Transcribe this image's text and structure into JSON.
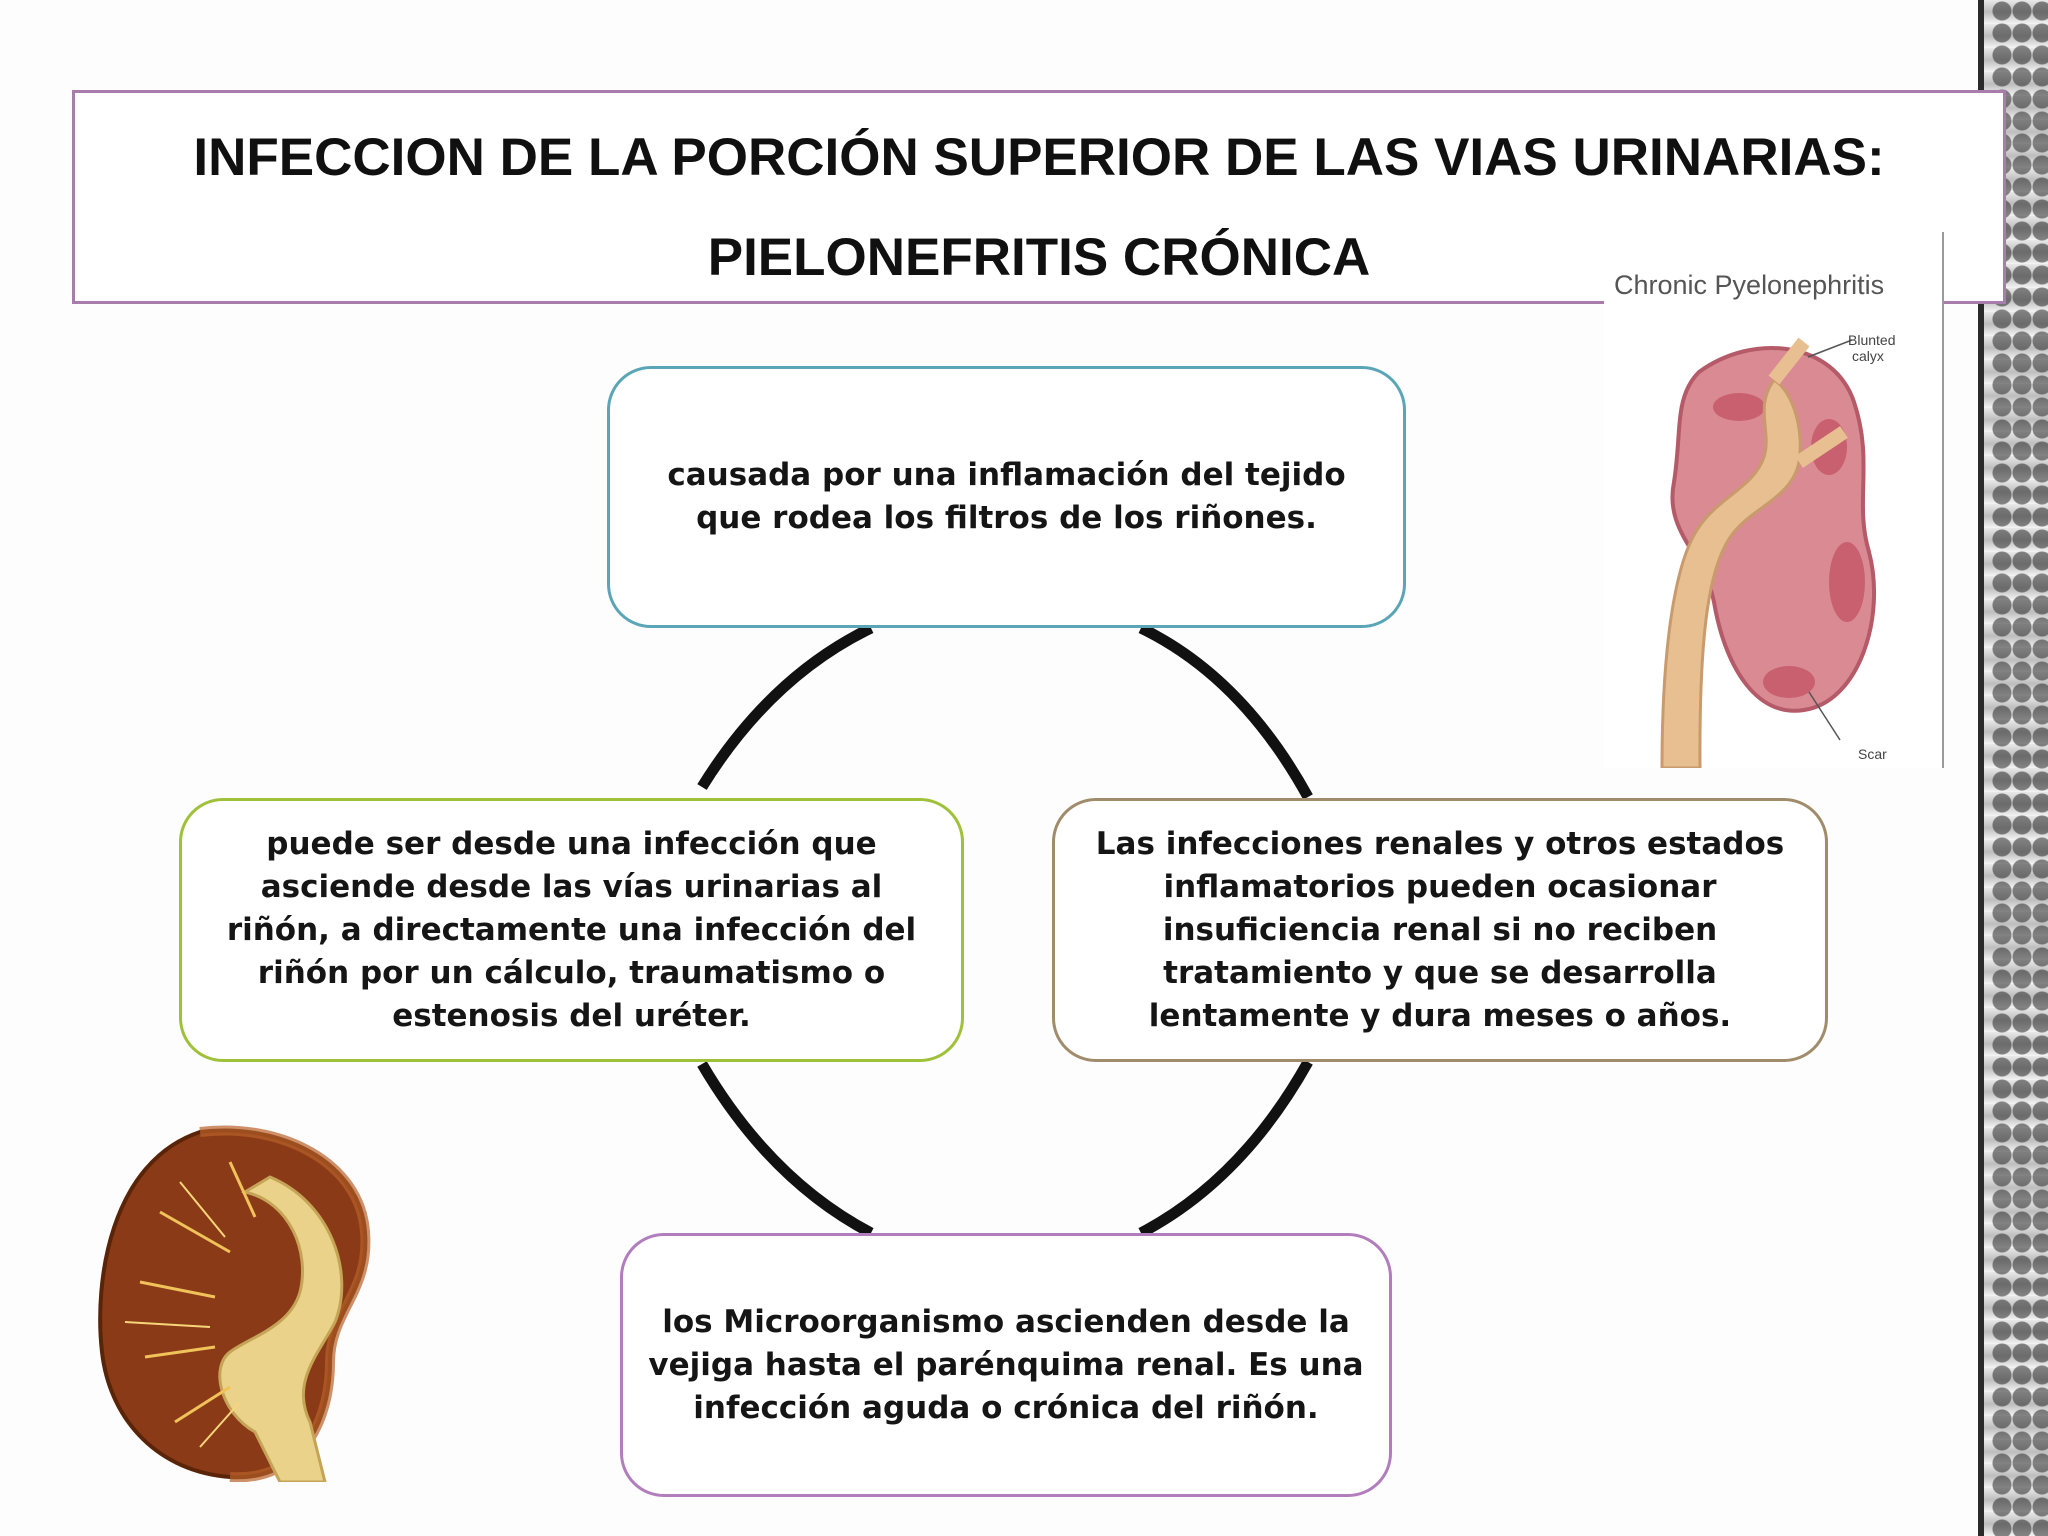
{
  "title": {
    "line1": "INFECCION DE LA PORCIÓN SUPERIOR DE LAS VIAS URINARIAS:",
    "line2": "PIELONEFRITIS CRÓNICA"
  },
  "cycle": {
    "top": "causada por una inflamación del tejido que rodea los filtros de los riñones.",
    "right": "Las infecciones renales y otros estados inflamatorios pueden ocasionar insuficiencia renal si no reciben tratamiento y que se desarrolla lentamente y dura meses o años.",
    "bottom": "los Microorganismo ascienden desde la vejiga hasta el parénquima renal. Es una infección aguda o crónica del riñón.",
    "left": "puede ser desde una infección que asciende desde las vías urinarias al riñón, a directamente una infección del riñón por un cálculo, traumatismo o estenosis del uréter."
  },
  "kidney_diagram": {
    "title": "Chronic Pyelonephritis",
    "label_calyx_1": "Blunted",
    "label_calyx_2": "calyx",
    "label_scar": "Scar"
  },
  "colors": {
    "top_border": "#5aa5b6",
    "left_border": "#9fc13a",
    "right_border": "#a08c6b",
    "bottom_border": "#b17dbc",
    "title_border": "#a97dab"
  }
}
